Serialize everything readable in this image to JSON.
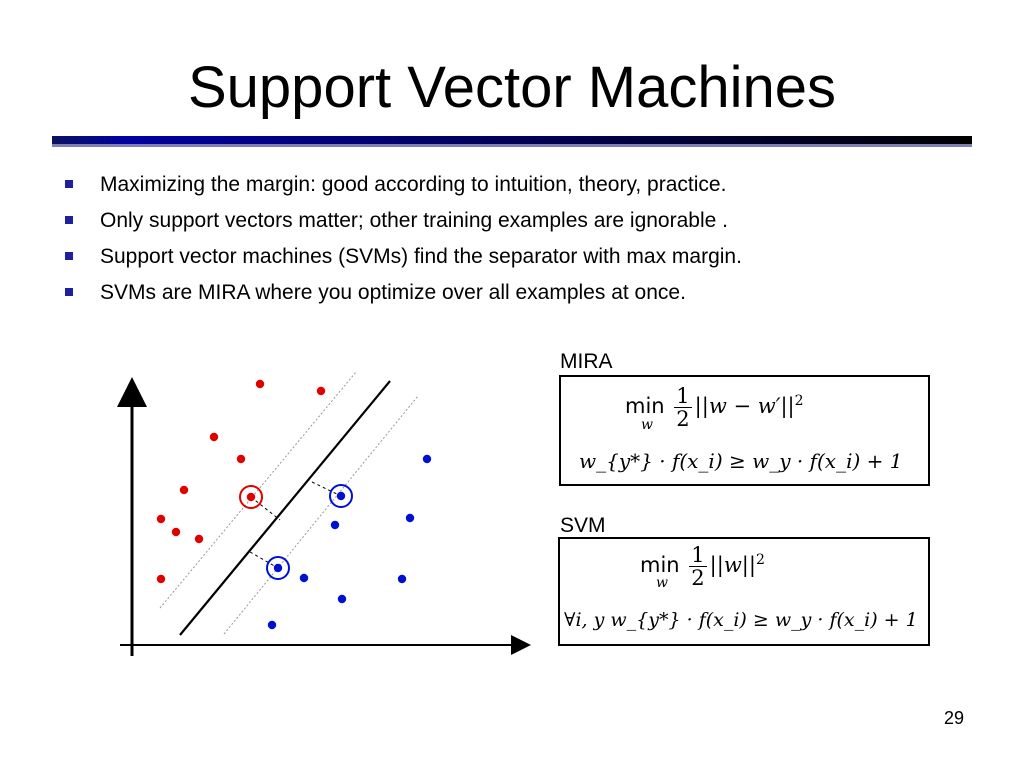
{
  "slide": {
    "title": "Support Vector Machines",
    "page_number": "29",
    "bullets": [
      "Maximizing the margin: good according to intuition, theory, practice.",
      "Only support vectors matter; other training examples are ignorable .",
      "Support vector machines (SVMs) find the separator with max margin.",
      "SVMs are MIRA where you optimize over all examples at once."
    ]
  },
  "mira": {
    "label": "MIRA",
    "objective": {
      "op": "min",
      "var": "w",
      "frac_num": "1",
      "frac_den": "2",
      "expr": "||w − w′||",
      "power": "2"
    },
    "constraint": "w_{y*} · f(x_i) ≥ w_y · f(x_i) + 1"
  },
  "svm": {
    "label": "SVM",
    "objective": {
      "op": "min",
      "var": "w",
      "frac_num": "1",
      "frac_den": "2",
      "expr": "||w||",
      "power": "2"
    },
    "constraint": "∀i, y  w_{y*} · f(x_i) ≥ w_y · f(x_i) + 1"
  },
  "colors": {
    "red_class": "#e00000",
    "blue_class": "#0010d0",
    "bullet": "#1f1fa0",
    "rule": "#000080"
  }
}
